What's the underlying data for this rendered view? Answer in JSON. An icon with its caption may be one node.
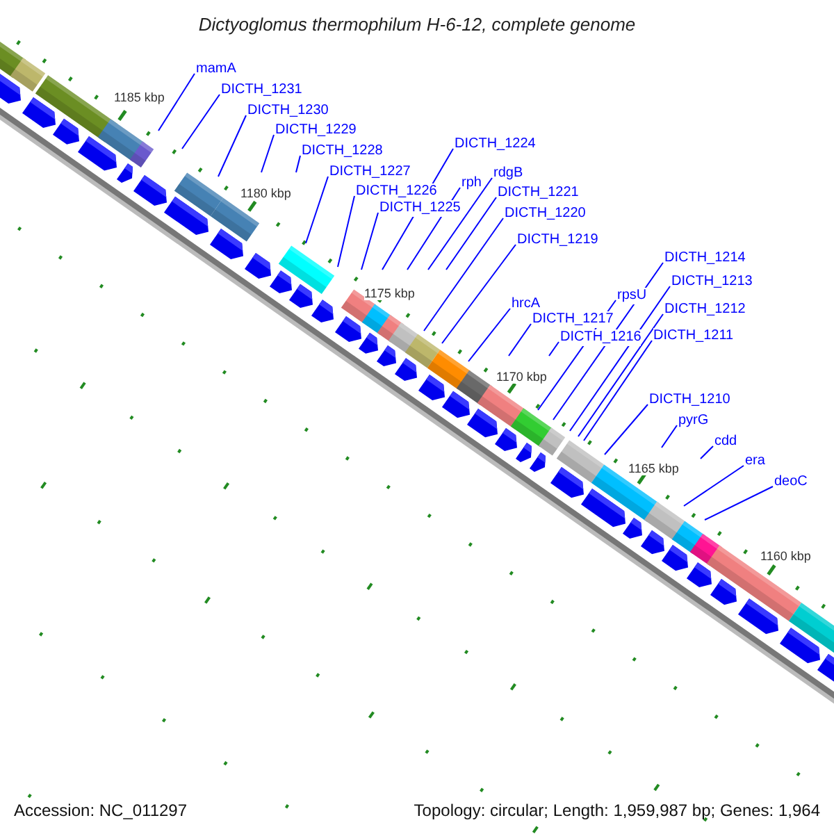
{
  "diagram": {
    "title": "Dictyoglomus thermophilum H-6-12, complete genome",
    "nodes": [
      {
        "text": [
          "mamA"
        ]
      },
      {
        "text": [
          "DICTH_1231"
        ]
      },
      {
        "text": [
          "DICTH_1230"
        ]
      },
      {
        "text": [
          "DICTH_1229"
        ]
      },
      {
        "text": [
          "DICTH_1228"
        ]
      },
      {
        "text": [
          "DICTH_1227"
        ]
      },
      {
        "text": [
          "DICTH_1226"
        ]
      },
      {
        "text": [
          "DICTH_1225"
        ]
      },
      {
        "text": [
          "DICTH_1224"
        ]
      },
      {
        "text": [
          "rph"
        ]
      },
      {
        "text": [
          "rdgB"
        ]
      },
      {
        "text": [
          "DICTH_1221"
        ]
      },
      {
        "text": [
          "DICTH_1220"
        ]
      },
      {
        "text": [
          "DICTH_1219"
        ]
      },
      {
        "text": [
          "hrcA"
        ]
      },
      {
        "text": [
          "DICTH_1217"
        ]
      },
      {
        "text": [
          "DICTH_1216"
        ]
      },
      {
        "text": [
          "rpsU"
        ]
      },
      {
        "text": [
          "DICTH_1214"
        ]
      },
      {
        "text": [
          "DICTH_1213"
        ]
      },
      {
        "text": [
          "DICTH_1212"
        ]
      },
      {
        "text": [
          "DICTH_1211"
        ]
      },
      {
        "text": [
          "DICTH_1210"
        ]
      },
      {
        "text": [
          "pyrG"
        ]
      },
      {
        "text": [
          "cdd"
        ]
      },
      {
        "text": [
          "era"
        ]
      },
      {
        "text": [
          "deoC"
        ]
      }
    ],
    "edges": [
      {
        "from": 0,
        "to": null,
        "arrow": "none"
      },
      {
        "from": 1,
        "to": null,
        "arrow": "none"
      },
      {
        "from": 2,
        "to": null,
        "arrow": "none"
      },
      {
        "from": 3,
        "to": null,
        "arrow": "none"
      },
      {
        "from": 4,
        "to": null,
        "arrow": "none"
      },
      {
        "from": 5,
        "to": null,
        "arrow": "none"
      },
      {
        "from": 6,
        "to": null,
        "arrow": "none"
      },
      {
        "from": 7,
        "to": null,
        "arrow": "none"
      },
      {
        "from": 8,
        "to": null,
        "arrow": "none"
      },
      {
        "from": 9,
        "to": null,
        "arrow": "none"
      },
      {
        "from": 10,
        "to": null,
        "arrow": "none"
      },
      {
        "from": 11,
        "to": null,
        "arrow": "none"
      },
      {
        "from": 12,
        "to": null,
        "arrow": "none"
      },
      {
        "from": 13,
        "to": null,
        "arrow": "none"
      },
      {
        "from": 14,
        "to": null,
        "arrow": "none"
      },
      {
        "from": 15,
        "to": null,
        "arrow": "none"
      },
      {
        "from": 16,
        "to": null,
        "arrow": "none"
      },
      {
        "from": 17,
        "to": null,
        "arrow": "none"
      },
      {
        "from": 18,
        "to": null,
        "arrow": "none"
      },
      {
        "from": 19,
        "to": null,
        "arrow": "none"
      },
      {
        "from": 20,
        "to": null,
        "arrow": "none"
      },
      {
        "from": 21,
        "to": null,
        "arrow": "none"
      },
      {
        "from": 22,
        "to": null,
        "arrow": "none"
      },
      {
        "from": 23,
        "to": null,
        "arrow": "none"
      },
      {
        "from": 24,
        "to": null,
        "arrow": "none"
      },
      {
        "from": 25,
        "to": null,
        "arrow": "none"
      },
      {
        "from": 26,
        "to": null,
        "arrow": "none"
      }
    ],
    "labels": [
      "1185 kbp",
      "1180 kbp",
      "1175 kbp",
      "1170 kbp",
      "1165 kbp",
      "1160 kbp",
      "Accession: NC_011297",
      "Topology: circular; Length: 1,959,987 bp; Genes: 1,964"
    ]
  }
}
